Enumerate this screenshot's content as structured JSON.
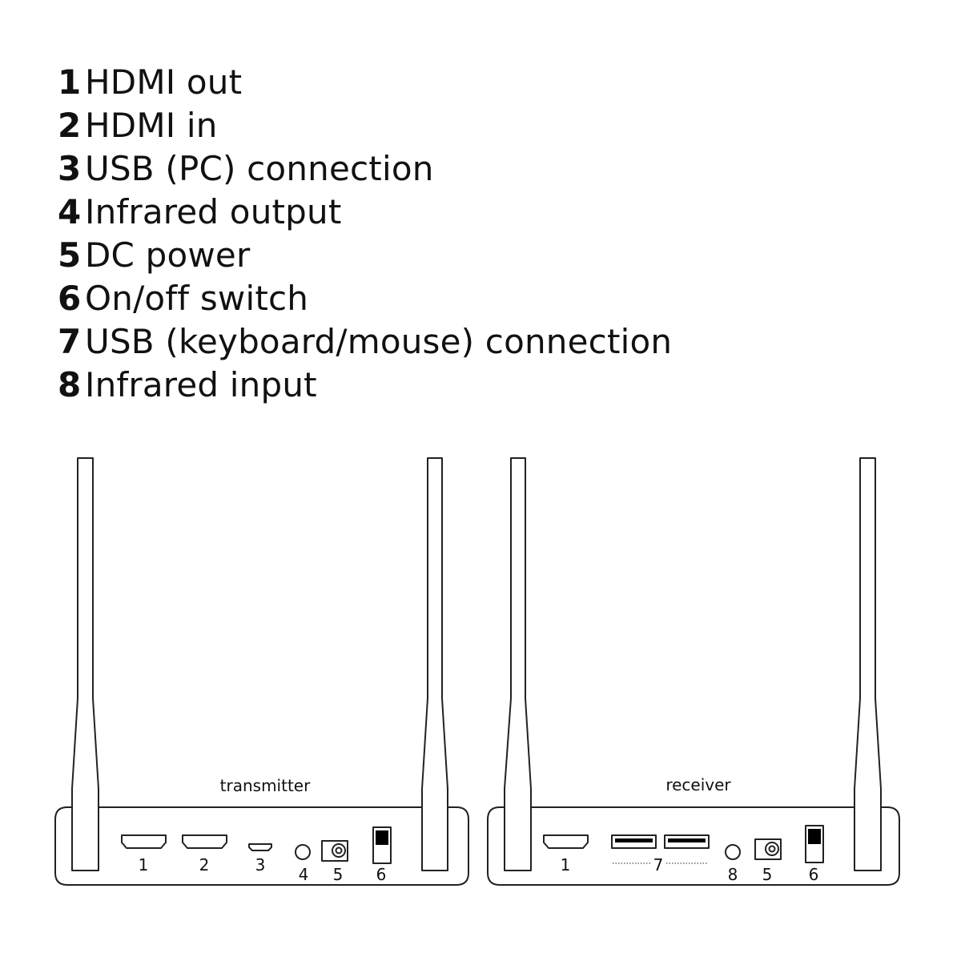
{
  "legend": {
    "items": [
      {
        "number": "1",
        "label": "HDMI out"
      },
      {
        "number": "2",
        "label": "HDMI in"
      },
      {
        "number": "3",
        "label": "USB (PC) connection"
      },
      {
        "number": "4",
        "label": "Infrared output"
      },
      {
        "number": "5",
        "label": "DC power"
      },
      {
        "number": "6",
        "label": "On/off switch"
      },
      {
        "number": "7",
        "label": "USB (keyboard/mouse) connection"
      },
      {
        "number": "8",
        "label": "Infrared input"
      }
    ]
  },
  "transmitter": {
    "title": "transmitter",
    "ports": [
      {
        "id": "1",
        "type": "hdmi-port",
        "label": "1"
      },
      {
        "id": "2",
        "type": "hdmi-port",
        "label": "2"
      },
      {
        "id": "3",
        "type": "micro-usb-port",
        "label": "3"
      },
      {
        "id": "4",
        "type": "infrared-jack",
        "label": "4"
      },
      {
        "id": "5",
        "type": "dc-power-jack",
        "label": "5"
      },
      {
        "id": "6",
        "type": "power-switch",
        "label": "6"
      }
    ]
  },
  "receiver": {
    "title": "receiver",
    "ports": [
      {
        "id": "1",
        "type": "hdmi-port",
        "label": "1"
      },
      {
        "id": "7",
        "type": "usb-a-port-pair",
        "label": "7"
      },
      {
        "id": "8",
        "type": "infrared-jack",
        "label": "8"
      },
      {
        "id": "5",
        "type": "dc-power-jack",
        "label": "5"
      },
      {
        "id": "6",
        "type": "power-switch",
        "label": "6"
      }
    ]
  },
  "colors": {
    "line": "#222222",
    "background": "#ffffff"
  }
}
